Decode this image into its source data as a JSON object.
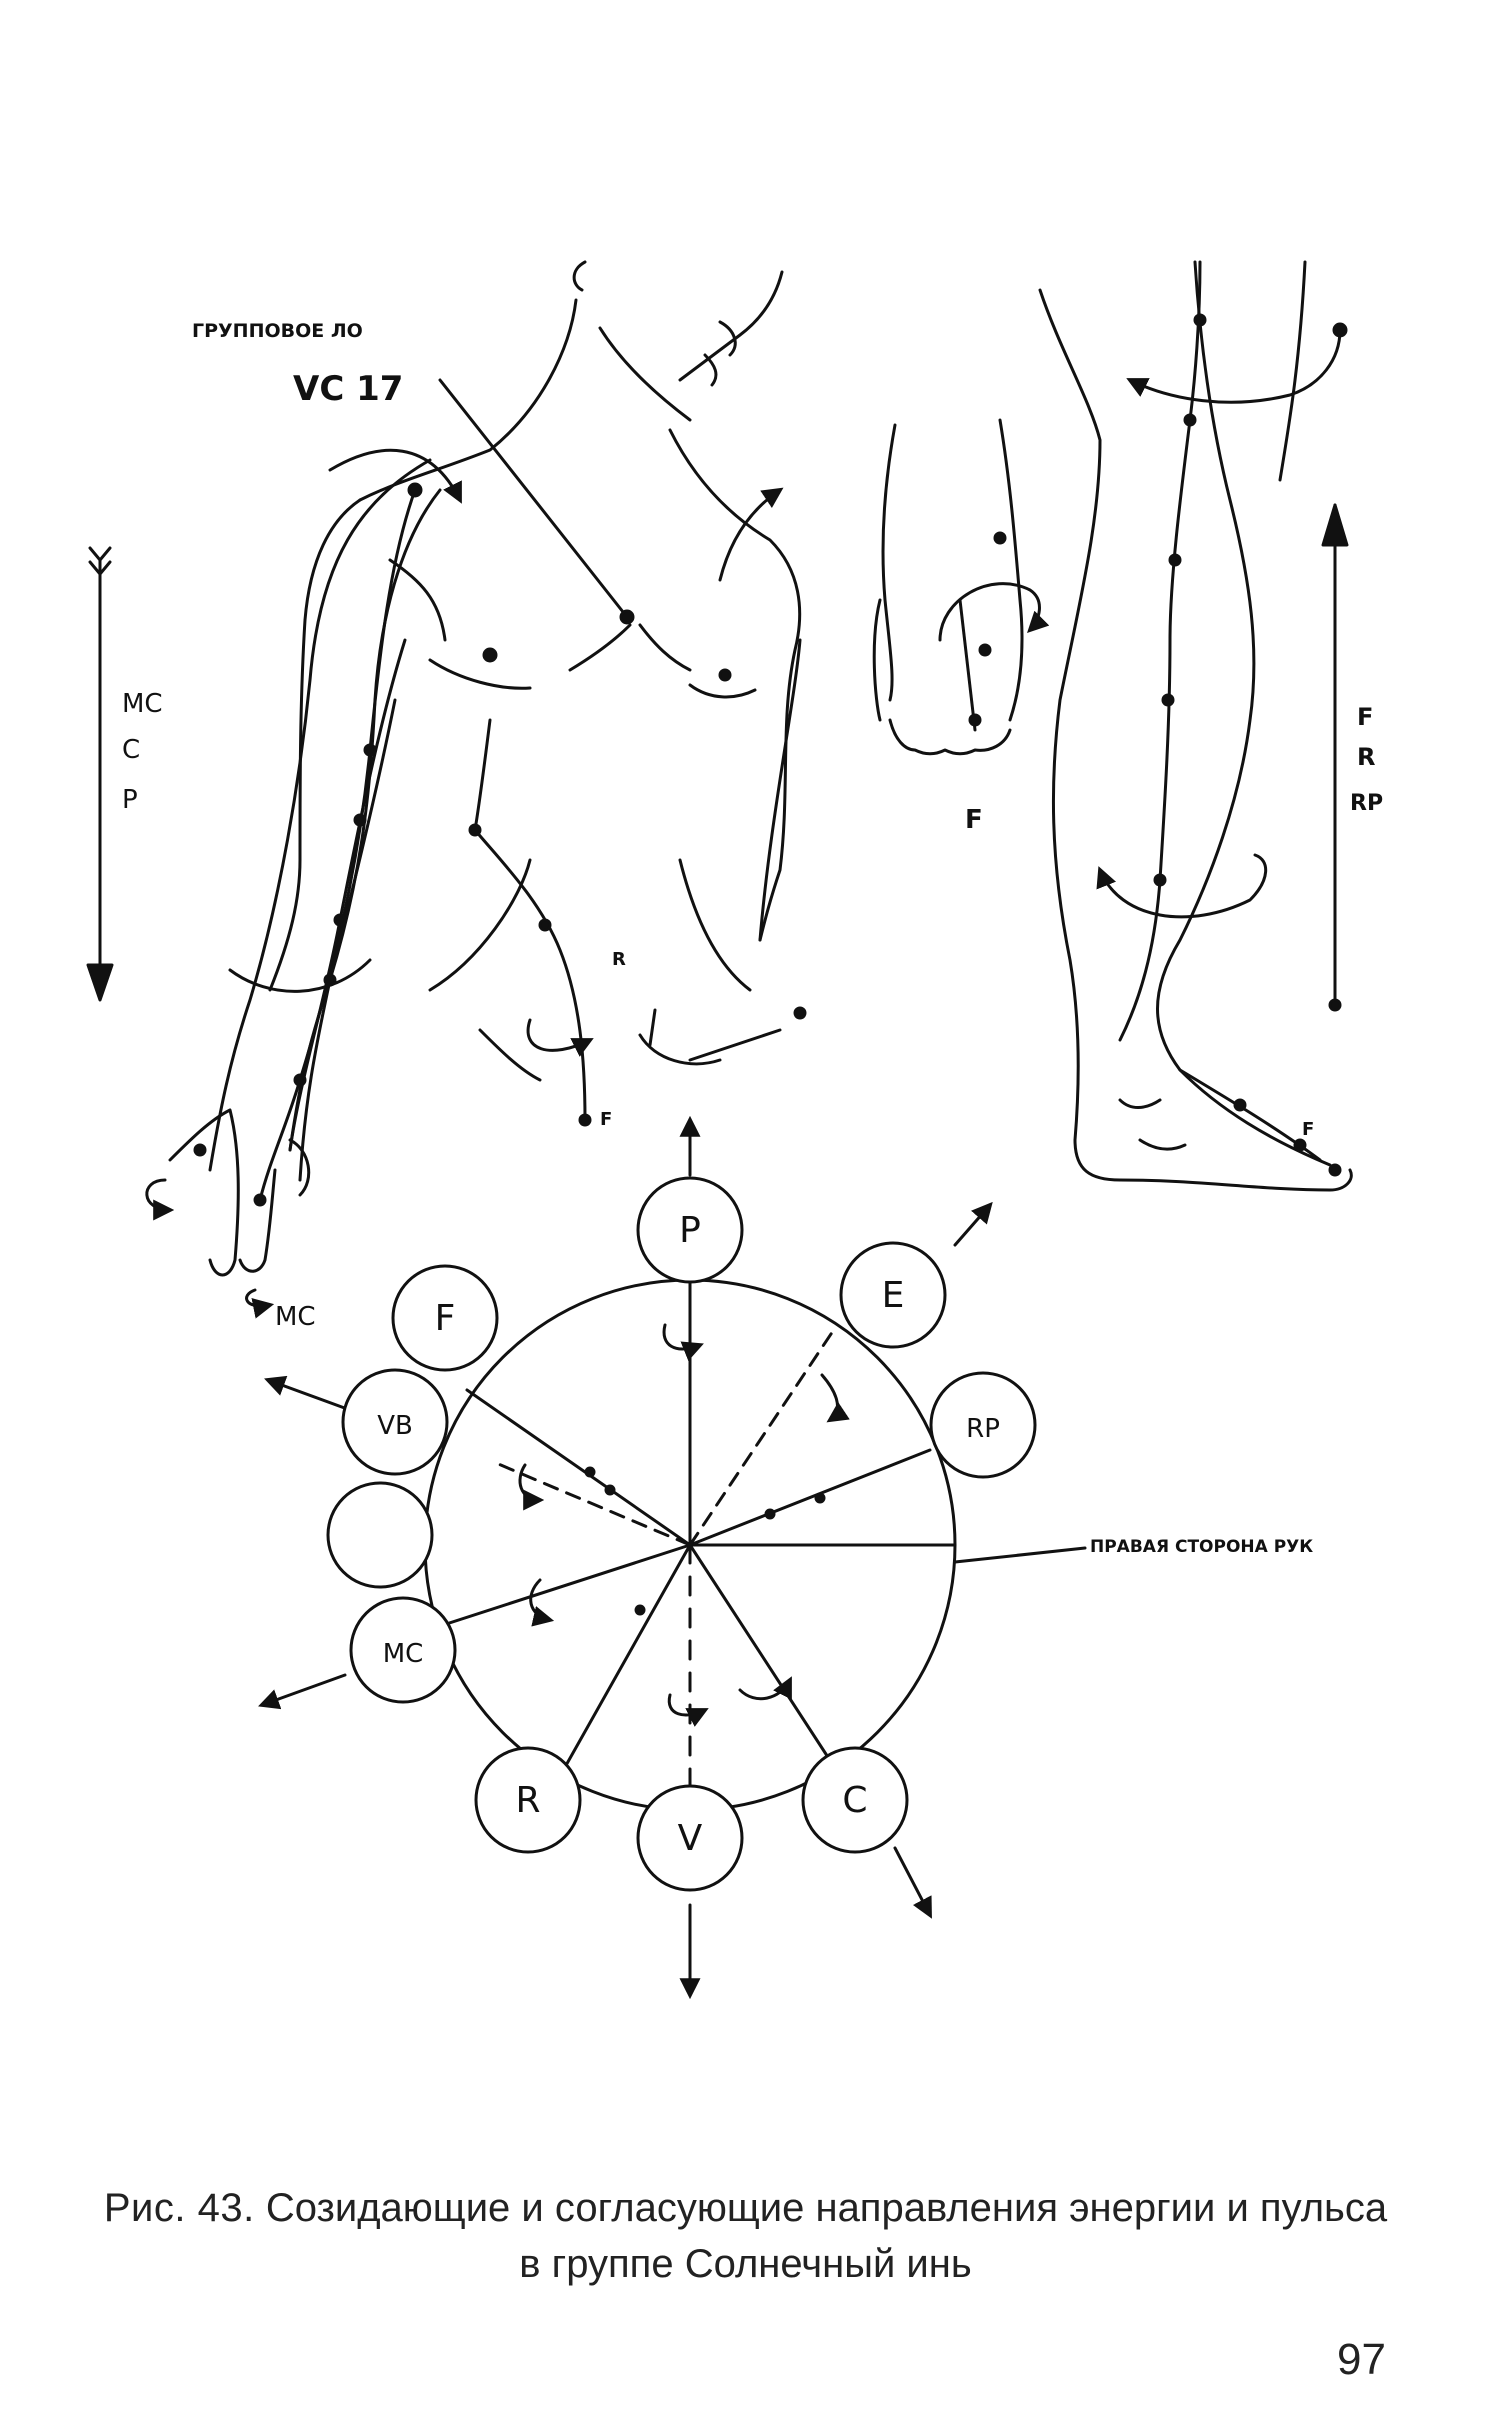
{
  "figure": {
    "torso_labels": {
      "group_point_note": "ГРУППОВОЕ ЛО",
      "group_point": "VC 17",
      "arm_channel_1": "MC",
      "arm_channel_2": "C",
      "arm_channel_3": "P",
      "hand_label": "MC",
      "thigh_label": "F",
      "groin_label": "R"
    },
    "foot_labels": {
      "toe_label": "F"
    },
    "leg_labels": {
      "channel_1": "F",
      "channel_2": "R",
      "channel_3": "RP",
      "foot_label": "F"
    },
    "wheel": {
      "nodes": [
        "P",
        "E",
        "RP",
        "C",
        "V",
        "R",
        "MC",
        "",
        "VB",
        "F"
      ],
      "side_label": "ПРАВАЯ СТОРОНА РУК"
    }
  },
  "caption": {
    "prefix": "Рис. 43.",
    "line1": "Созидающие и согласующие направления энергии и пульса",
    "line2": "в группе Солнечный инь"
  },
  "page_number": "97"
}
